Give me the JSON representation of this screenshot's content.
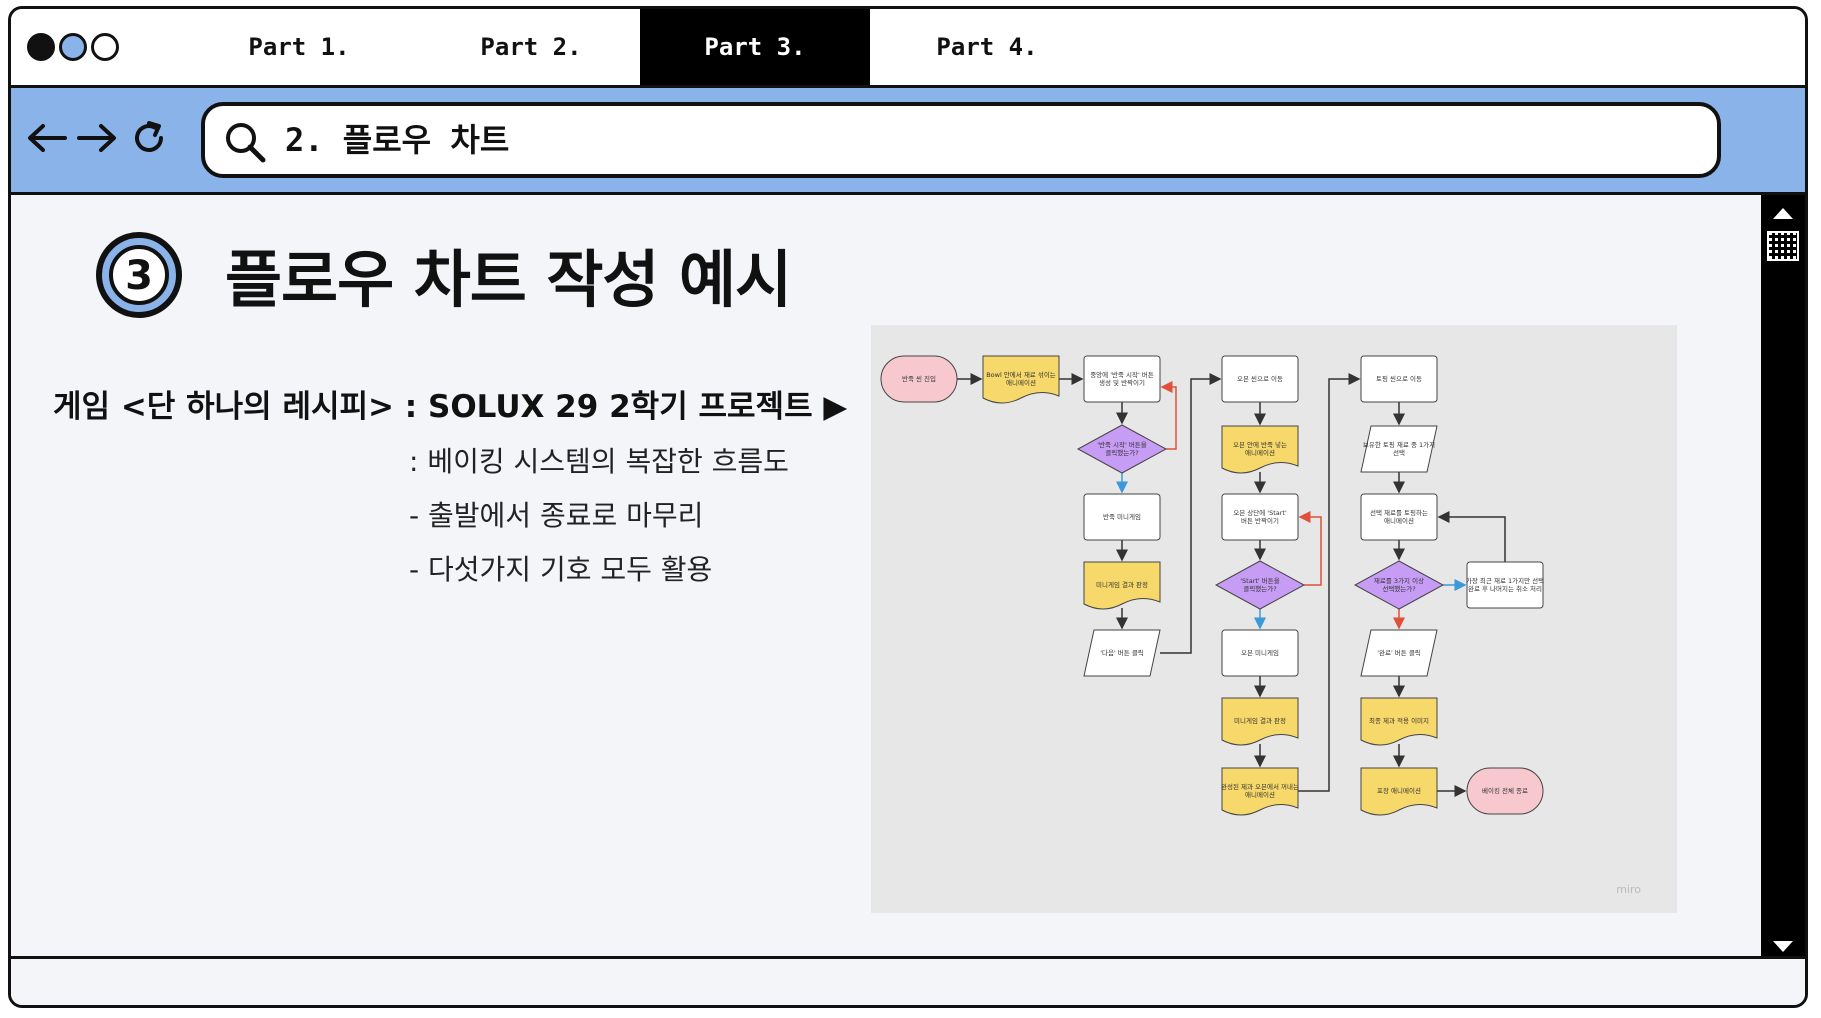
{
  "window": {
    "dots": [
      "#111111",
      "#8ab3ea",
      "#ffffff"
    ]
  },
  "tabs": [
    {
      "label": "Part 1."
    },
    {
      "label": "Part 2."
    },
    {
      "label": "Part 3.",
      "active": true
    },
    {
      "label": "Part 4."
    }
  ],
  "nav": {
    "back_icon": "arrow-left-icon",
    "forward_icon": "arrow-right-icon",
    "refresh_icon": "refresh-icon"
  },
  "search": {
    "icon": "search-icon",
    "value": "2. 플로우 차트"
  },
  "main": {
    "badge_number": "3",
    "title": "플로우 차트 작성 예시",
    "project_line": "게임 <단 하나의 레시피> : SOLUX 29 2학기 프로젝트 ▶",
    "bullets": [
      ": 베이킹 시스템의 복잡한 흐름도",
      "- 출발에서 종료로 마무리",
      "- 다섯가지 기호 모두 활용"
    ]
  },
  "flowchart": {
    "watermark": "miro",
    "nodes": [
      {
        "text": "반죽 씬 진입",
        "shape": "terminal"
      },
      {
        "text": "Bowl 안에서 재료 섞이는 애니메이션",
        "shape": "document"
      },
      {
        "text": "중앙에 '반죽 시작' 버튼 생성 및 반짝이기",
        "shape": "process"
      },
      {
        "text": "'반죽 시작' 버튼을 클릭했는가?",
        "shape": "decision"
      },
      {
        "text": "반죽 미니게임",
        "shape": "process"
      },
      {
        "text": "미니게임 결과 판정",
        "shape": "document"
      },
      {
        "text": "'다음' 버튼 클릭",
        "shape": "io"
      },
      {
        "text": "오븐 씬으로 이동",
        "shape": "process"
      },
      {
        "text": "오븐 안에 반죽 넣는 애니메이션",
        "shape": "document"
      },
      {
        "text": "오븐 상단에 'Start' 버튼 반짝이기",
        "shape": "process"
      },
      {
        "text": "'Start' 버튼을 클릭했는가?",
        "shape": "decision"
      },
      {
        "text": "오븐 미니게임",
        "shape": "process"
      },
      {
        "text": "미니게임 결과 판정",
        "shape": "document"
      },
      {
        "text": "완성된 제과 오븐에서 꺼내는 애니메이션",
        "shape": "document"
      },
      {
        "text": "토핑 씬으로 이동",
        "shape": "process"
      },
      {
        "text": "보유한 토핑 재료 중 1가지 선택",
        "shape": "io"
      },
      {
        "text": "선택 재료를 토핑하는 애니메이션",
        "shape": "process"
      },
      {
        "text": "재료를 3가지 이상 선택했는가?",
        "shape": "decision"
      },
      {
        "text": "가장 최근 재료 1가지만 선택 완료 후 나머지는 취소 처리",
        "shape": "process"
      },
      {
        "text": "'완료' 버튼 클릭",
        "shape": "io"
      },
      {
        "text": "최종 제과 적용 이미지",
        "shape": "document"
      },
      {
        "text": "포장 애니메이션",
        "shape": "document"
      },
      {
        "text": "베이킹 전체 종료",
        "shape": "terminal"
      }
    ]
  },
  "colors": {
    "address_bar": "#8ab3ea",
    "terminal": "#f7c9cf",
    "document": "#f7d86a",
    "decision": "#c79cf5",
    "process": "#ffffff",
    "arrow_yes": "#3a9ad9",
    "arrow_no": "#e0503a"
  }
}
